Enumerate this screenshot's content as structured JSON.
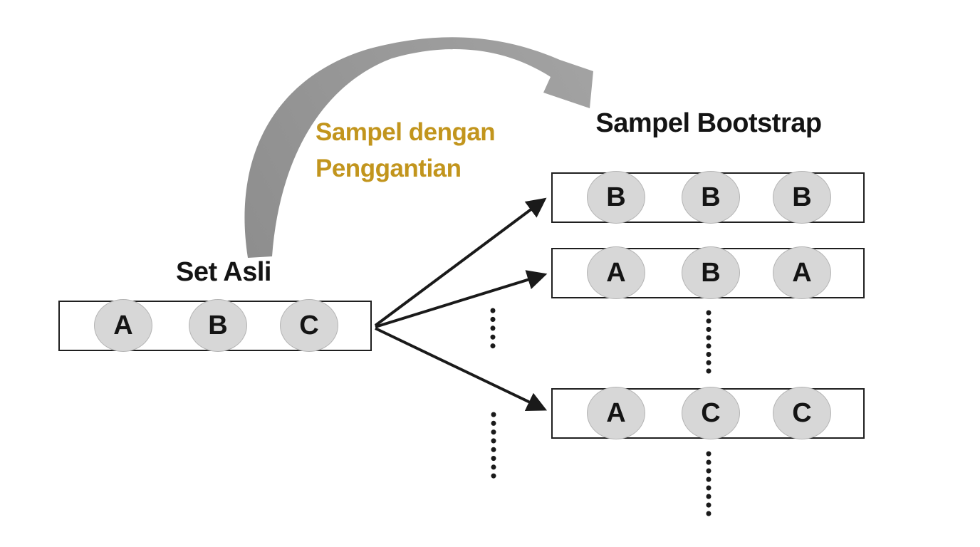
{
  "labels": {
    "original_set_title": "Set Asli",
    "sampling_label_line1": "Sampel dengan",
    "sampling_label_line2": "Penggantian",
    "bootstrap_title": "Sampel Bootstrap"
  },
  "original_set": {
    "items": [
      "A",
      "B",
      "C"
    ]
  },
  "bootstrap_samples": [
    {
      "items": [
        "B",
        "B",
        "B"
      ]
    },
    {
      "items": [
        "A",
        "B",
        "A"
      ]
    },
    {
      "items": [
        "A",
        "C",
        "C"
      ]
    }
  ],
  "colors": {
    "accent_gold": "#c2951d",
    "curved_arrow_gray": "#9a9a9a",
    "circle_fill": "#d7d7d7",
    "circle_border": "#b4b4b4",
    "line_black": "#1a1a1a",
    "background": "#ffffff"
  },
  "icons": {
    "curved_arrow": "curved-replacement-arrow",
    "sample_arrows": "fan-out-arrows",
    "ellipsis": "vertical-dotted-ellipsis"
  }
}
